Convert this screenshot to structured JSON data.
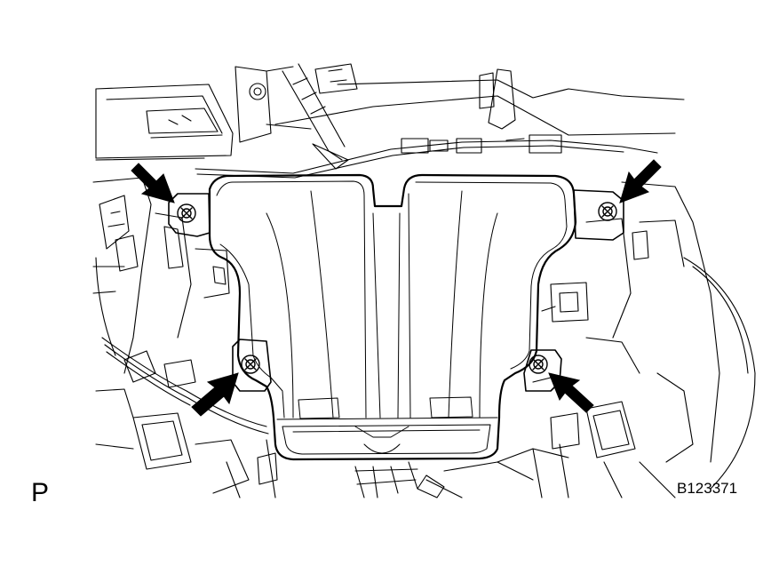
{
  "figure": {
    "view_label": "P",
    "figure_id": "B123371"
  },
  "callouts": [
    {
      "name": "arrow-upper-left-bolt",
      "direction": "down-right"
    },
    {
      "name": "arrow-upper-right-bolt",
      "direction": "down-left"
    },
    {
      "name": "arrow-lower-left-bolt",
      "direction": "up-right"
    },
    {
      "name": "arrow-lower-right-bolt",
      "direction": "up-left"
    }
  ],
  "colors": {
    "line": "#000000",
    "background": "#ffffff",
    "arrow_fill": "#000000"
  }
}
